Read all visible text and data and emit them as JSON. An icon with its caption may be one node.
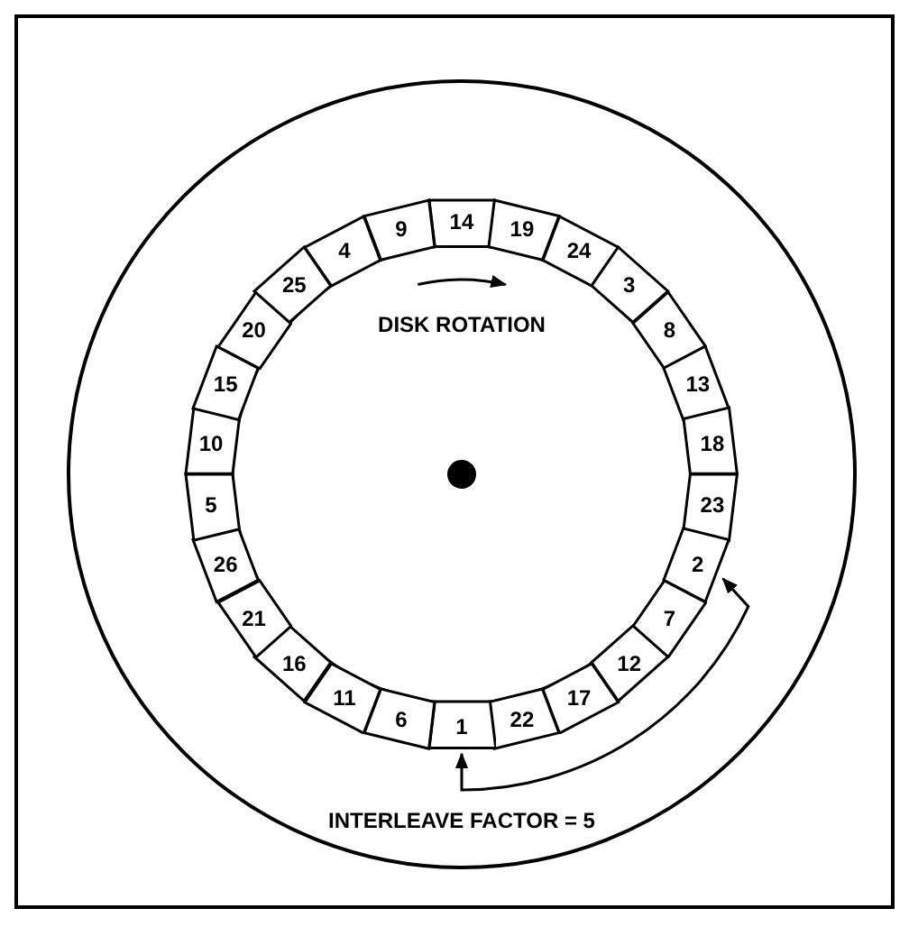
{
  "diagram": {
    "nodes": [
      {
        "text": [
          "14"
        ]
      },
      {
        "text": [
          "19"
        ]
      },
      {
        "text": [
          "24"
        ]
      },
      {
        "text": [
          "3"
        ]
      },
      {
        "text": [
          "8"
        ]
      },
      {
        "text": [
          "13"
        ]
      },
      {
        "text": [
          "18"
        ]
      },
      {
        "text": [
          "23"
        ]
      },
      {
        "text": [
          "2"
        ]
      },
      {
        "text": [
          "7"
        ]
      },
      {
        "text": [
          "12"
        ]
      },
      {
        "text": [
          "17"
        ]
      },
      {
        "text": [
          "22"
        ]
      },
      {
        "text": [
          "1"
        ]
      },
      {
        "text": [
          "6"
        ]
      },
      {
        "text": [
          "11"
        ]
      },
      {
        "text": [
          "16"
        ]
      },
      {
        "text": [
          "21"
        ]
      },
      {
        "text": [
          "26"
        ]
      },
      {
        "text": [
          "5"
        ]
      },
      {
        "text": [
          "10"
        ]
      },
      {
        "text": [
          "15"
        ]
      },
      {
        "text": [
          "20"
        ]
      },
      {
        "text": [
          "25"
        ]
      },
      {
        "text": [
          "4"
        ]
      },
      {
        "text": [
          "9"
        ]
      }
    ],
    "edges": [
      {
        "from": 13,
        "to": 8,
        "arrow": "both"
      }
    ],
    "labels": [
      "DISK ROTATION",
      "INTERLEAVE FACTOR = 5"
    ]
  }
}
